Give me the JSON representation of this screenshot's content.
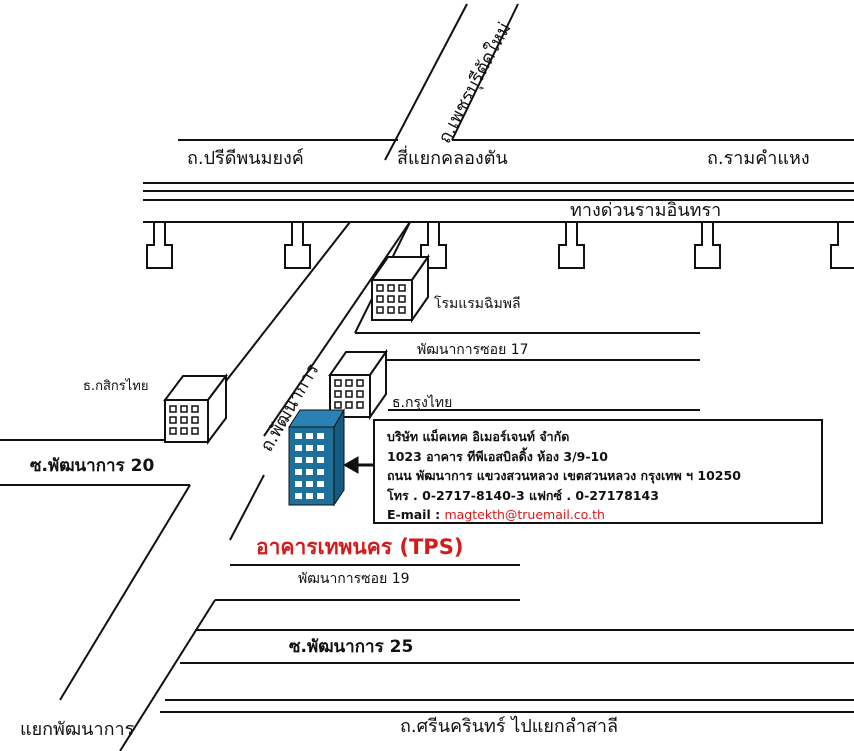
{
  "roads": {
    "phetchaburi": "ถ.เพชรบุรีตัดใหม่",
    "pridi": "ถ.ปรีดีพนมยงค์",
    "khlong_tan": "สี่แยกคลองตัน",
    "ramkhamhaeng": "ถ.รามคำแหง",
    "expressway": "ทางด่วนรามอินทรา",
    "phatthanakan_road": "ถ.พัฒนาการ",
    "soi17": "พัฒนาการซอย 17",
    "soi20": "ซ.พัฒนาการ 20",
    "soi19": "พัฒนาการซอย 19",
    "soi25": "ซ.พัฒนาการ 25",
    "phatthanakan_junction": "แยกพัฒนาการ",
    "srinakarin": "ถ.ศรีนครินทร์ ไปแยกลำสาลี"
  },
  "landmarks": {
    "hotel": "โรมแรมฉิมพลี",
    "kbank": "ธ.กสิกรไทย",
    "ktb": "ธ.กรุงไทย",
    "target_building": "อาคารเทพนคร (TPS)"
  },
  "info_box": {
    "company": "บริษัท แม็คเทค อิเมอร์เจนท์ จำกัด",
    "address1": "1023 อาคาร ทีพีเอสบิลดิ้ง ห้อง 3/9-10",
    "address2": "ถนน พัฒนาการ  แขวงสวนหลวง  เขตสวนหลวง กรุงเทพ ฯ 10250",
    "phone": "โทร . 0-2717-8140-3  แฟกซ์ . 0-27178143",
    "email_label": "E-mail :",
    "email": "magtekth@truemail.co.th"
  },
  "colors": {
    "line": "#111111",
    "target_building": "#1e6f9a",
    "highlight": "#d21c1c"
  }
}
